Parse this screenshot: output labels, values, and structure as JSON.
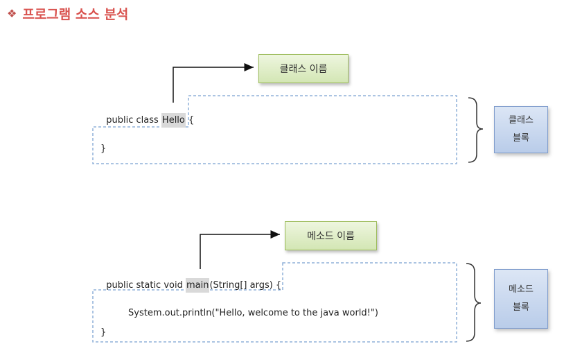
{
  "title": {
    "bullet": "❖",
    "text": "프로그램 소스 분석"
  },
  "class_section": {
    "line1_prefix": "public class ",
    "name": "Hello",
    "line1_suffix": " {",
    "closing": "}",
    "label": "클래스 이름",
    "block_label_line1": "클래스",
    "block_label_line2": "블록"
  },
  "method_section": {
    "line1_prefix": "public static void ",
    "name": "main",
    "line1_suffix": "(String[] args) {",
    "body": "System.out.println(\"Hello, welcome to the java world!\")",
    "closing": "}",
    "label": "메소드 이름",
    "block_label_line1": "메소드",
    "block_label_line2": "블록"
  },
  "colors": {
    "title": "#d9534f",
    "label_box": "#d3e6b4",
    "block_box": "#b9cce9",
    "dashed_border": "#8fb0d8"
  }
}
